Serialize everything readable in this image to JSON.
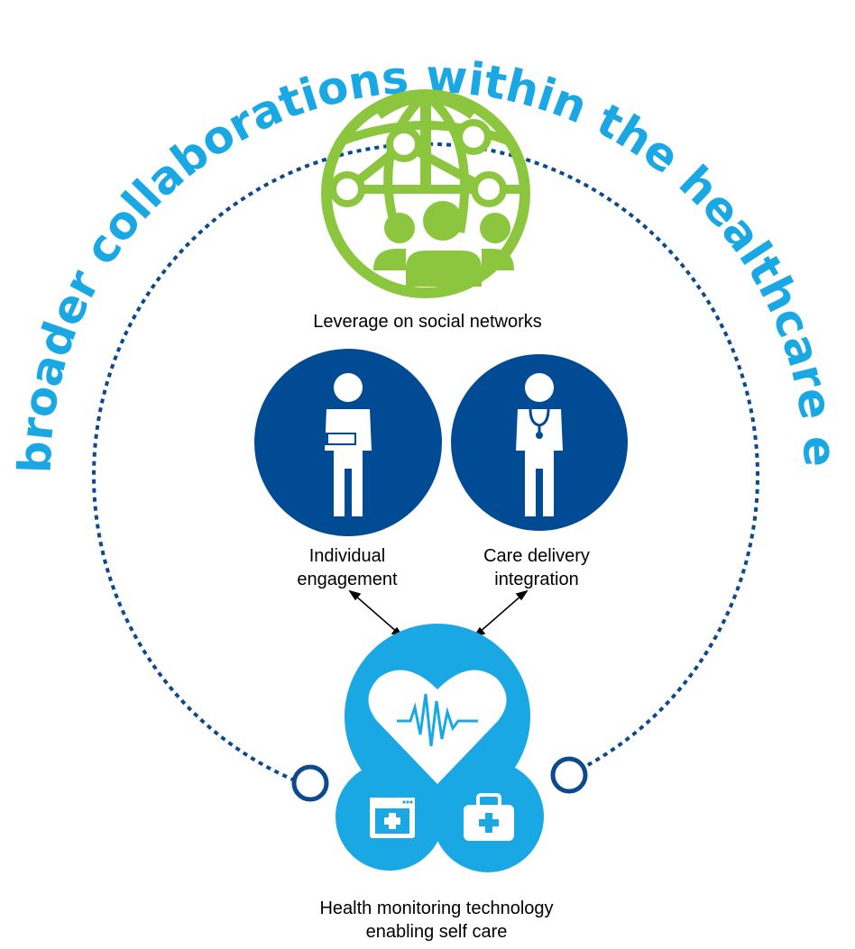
{
  "title": "Creating broader collaborations within the healthcare ecosystem",
  "colors": {
    "title": "#1aa8e4",
    "ring": "#0c4a8c",
    "social": "#8cc63f",
    "blue_dark": "#004b93",
    "blue_light": "#1aa8e4",
    "blue_mid": "#39b4e8"
  },
  "nodes": {
    "social": {
      "label": "Leverage on social networks",
      "icon": "globe-people-icon"
    },
    "individual": {
      "label_line1": "Individual",
      "label_line2": "engagement",
      "icon": "patient-icon"
    },
    "care": {
      "label_line1": "Care delivery",
      "label_line2": "integration",
      "icon": "doctor-icon"
    },
    "health": {
      "label_line1": "Health monitoring technology",
      "label_line2": "enabling self care",
      "icons": [
        "heart-pulse-icon",
        "browser-medical-icon",
        "medical-kit-icon"
      ]
    }
  }
}
